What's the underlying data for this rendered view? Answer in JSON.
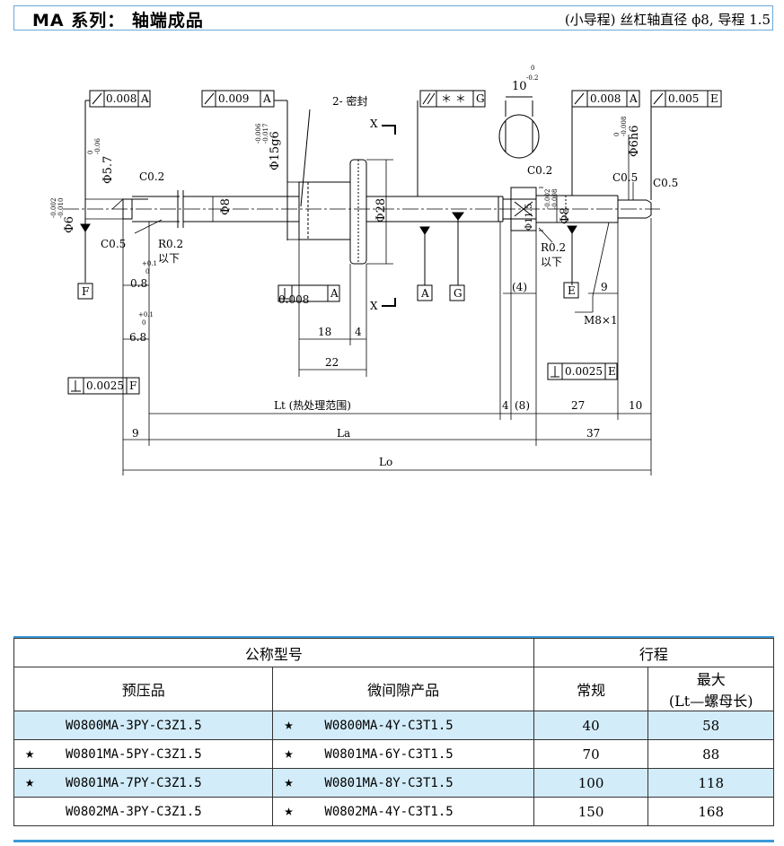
{
  "header": {
    "title": "MA 系列： 轴端成品",
    "subtitle": "(小导程) 丝杠轴直径 ϕ8, 导程 1.5"
  },
  "drawing": {
    "tol_a_0008": "0.008",
    "tol_a_0009": "0.009",
    "tol_g": "＊ ＊",
    "tol_a2_0008": "0.008",
    "tol_e_0005": "0.005",
    "ref_a": "A",
    "ref_e": "E",
    "ref_f": "F",
    "ref_g": "G",
    "seal": "2- 密封",
    "dim_10": "10",
    "dim_10_tol": "-0.2",
    "dim_10_tol0": "0",
    "phi6h6": "Φ6h6",
    "phi6h6_tol1": "0",
    "phi6h6_tol2": "-0.008",
    "phi15g6": "Φ15g6",
    "phi15g6_tol1": "-0.006",
    "phi15g6_tol2": "-0.017",
    "phi57": "Φ5.7",
    "phi57_tol1": "0",
    "phi57_tol2": "-0.06",
    "phi6": "Φ6",
    "phi6_tol1": "-0.002",
    "phi6_tol2": "-0.010",
    "phi8": "Φ8",
    "phi28": "Φ28",
    "phi8b": "Φ8",
    "phi8b_tol1": "-0.002",
    "phi8b_tol2": "-0.008",
    "phi115": "Φ11.5",
    "c02": "C0.2",
    "c05": "C0.5",
    "c02b": "C0.2",
    "c05b": "C0.5",
    "c05c": "C0.5",
    "r02": "R0.2",
    "r02_b": "以下",
    "r02b": "R0.2",
    "r02b_b": "以下",
    "x": "X",
    "perp_0008": "0.008",
    "perp_00025f": "0.0025",
    "perp_00025e": "0.0025",
    "d08": "0.8",
    "d08_tol1": "+0.1",
    "d08_tol2": "0",
    "d68": "6.8",
    "d68_tol1": "+0.1",
    "d68_tol2": "0",
    "d18": "18",
    "d4": "4",
    "d22": "22",
    "d4p": "(4)",
    "d9": "9",
    "m8": "M8×1",
    "lt": "Lt (热处理范围)",
    "d4b": "4",
    "d8p": "(8)",
    "d27": "27",
    "d10": "10",
    "d9b": "9",
    "la": "La",
    "d37": "37",
    "lo": "Lo"
  },
  "table": {
    "h_model": "公称型号",
    "h_stroke": "行程",
    "h_preload": "预压品",
    "h_micro": "微间隙产品",
    "h_normal": "常规",
    "h_max": "最大",
    "h_max2": "(Lt—螺母长)",
    "rows": [
      {
        "star1": "",
        "m1": "W0800MA-3PY-C3Z1.5",
        "star2": "★",
        "m2": "W0800MA-4Y-C3T1.5",
        "normal": "40",
        "max": "58"
      },
      {
        "star1": "★",
        "m1": "W0801MA-5PY-C3Z1.5",
        "star2": "★",
        "m2": "W0801MA-6Y-C3T1.5",
        "normal": "70",
        "max": "88"
      },
      {
        "star1": "★",
        "m1": "W0801MA-7PY-C3Z1.5",
        "star2": "★",
        "m2": "W0801MA-8Y-C3T1.5",
        "normal": "100",
        "max": "118"
      },
      {
        "star1": "",
        "m1": "W0802MA-3PY-C3Z1.5",
        "star2": "★",
        "m2": "W0802MA-4Y-C3T1.5",
        "normal": "150",
        "max": "168"
      }
    ]
  }
}
